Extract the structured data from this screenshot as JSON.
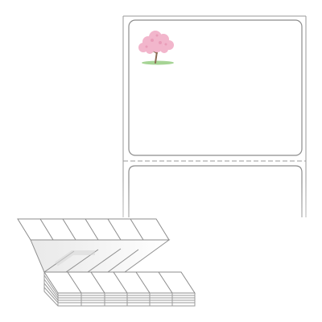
{
  "product": {
    "name": "",
    "colors": {
      "background": "#ffffff",
      "label_stock": "#ffffff",
      "outline": "#9a9a9a",
      "stack_shadow": "#cfcfcf",
      "blossom": "#f2b6cc",
      "trunk": "#8a6a52",
      "grass": "#9ccf8a"
    },
    "labels_on_liner": 2,
    "perforation": "dashed",
    "fanfold": {
      "labels_per_row": 6,
      "folded_rows": 3
    },
    "artwork": {
      "subject": "cherry-blossom-tree",
      "on_label": 1
    }
  }
}
